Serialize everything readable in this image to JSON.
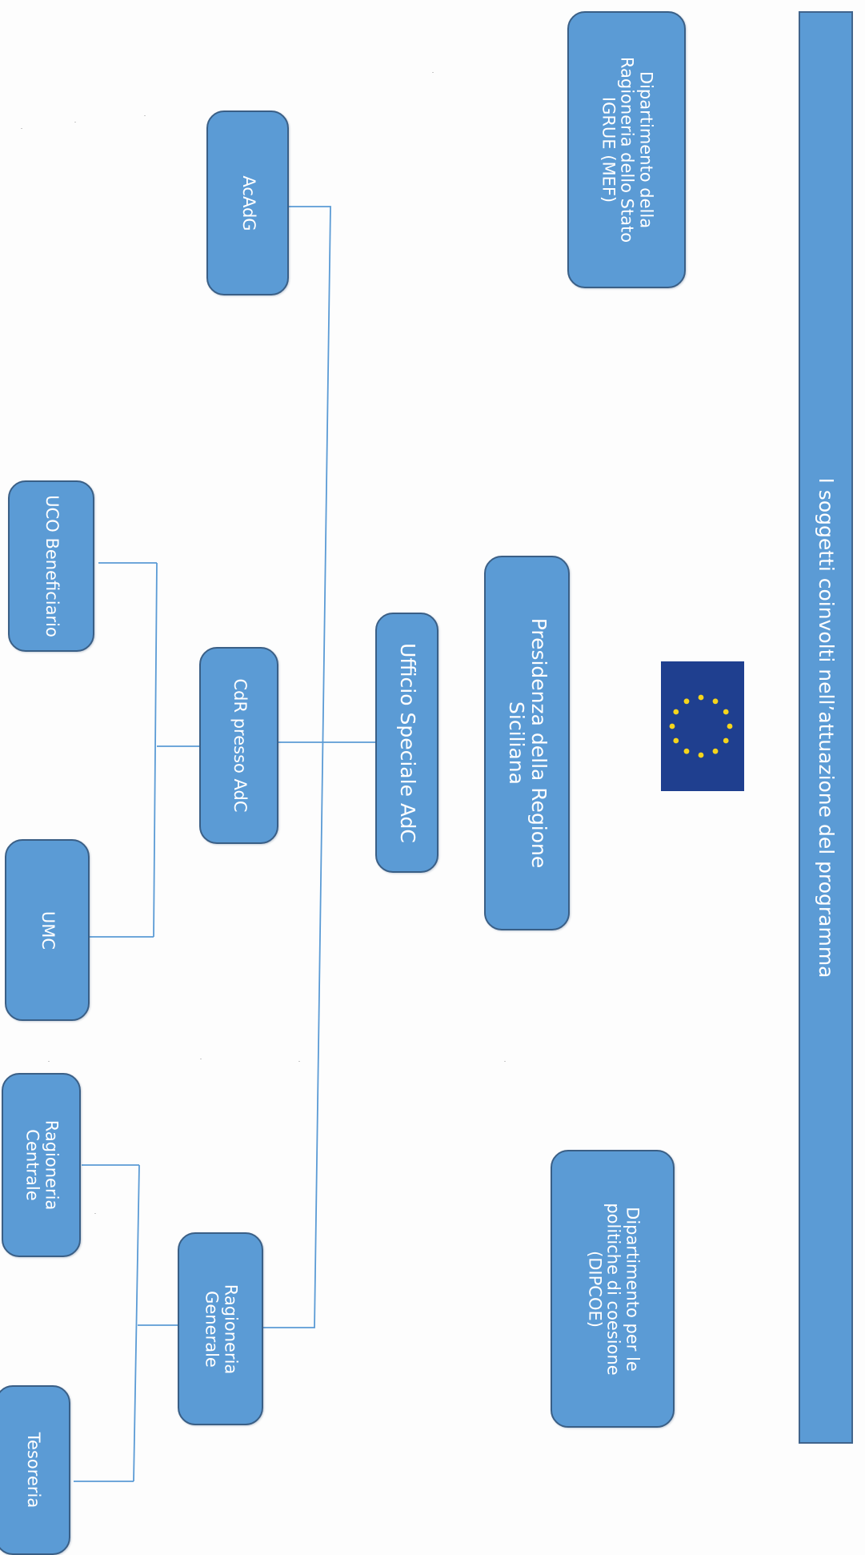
{
  "diagram": {
    "title": "I soggetti coinvolti nell’attuazione del programma",
    "nodes": {
      "igrue": "Dipartimento della Ragioneria dello Stato IGRUE (MEF)",
      "dipcoe": "Dipartimento per le politiche di coesione (DIPCOE)",
      "presidenza": "Presidenza della Regione Siciliana",
      "ufficio_speciale": "Ufficio Speciale AdC",
      "acadg": "AcAdG",
      "cdr": "CdR presso AdC",
      "ragioneria_generale": "Ragioneria Generale",
      "uco": "UCO Beneficiario",
      "umc": "UMC",
      "ragioneria_centrale": "Ragioneria Centrale",
      "tesoreria": "Tesoreria"
    },
    "flag_icon": "eu-flag-icon",
    "colors": {
      "box_fill": "#5b9bd5",
      "box_border": "#3a5f86",
      "line": "#5b9bd5",
      "flag_blue": "#1f3f8f",
      "flag_star": "#f5d51c"
    }
  }
}
